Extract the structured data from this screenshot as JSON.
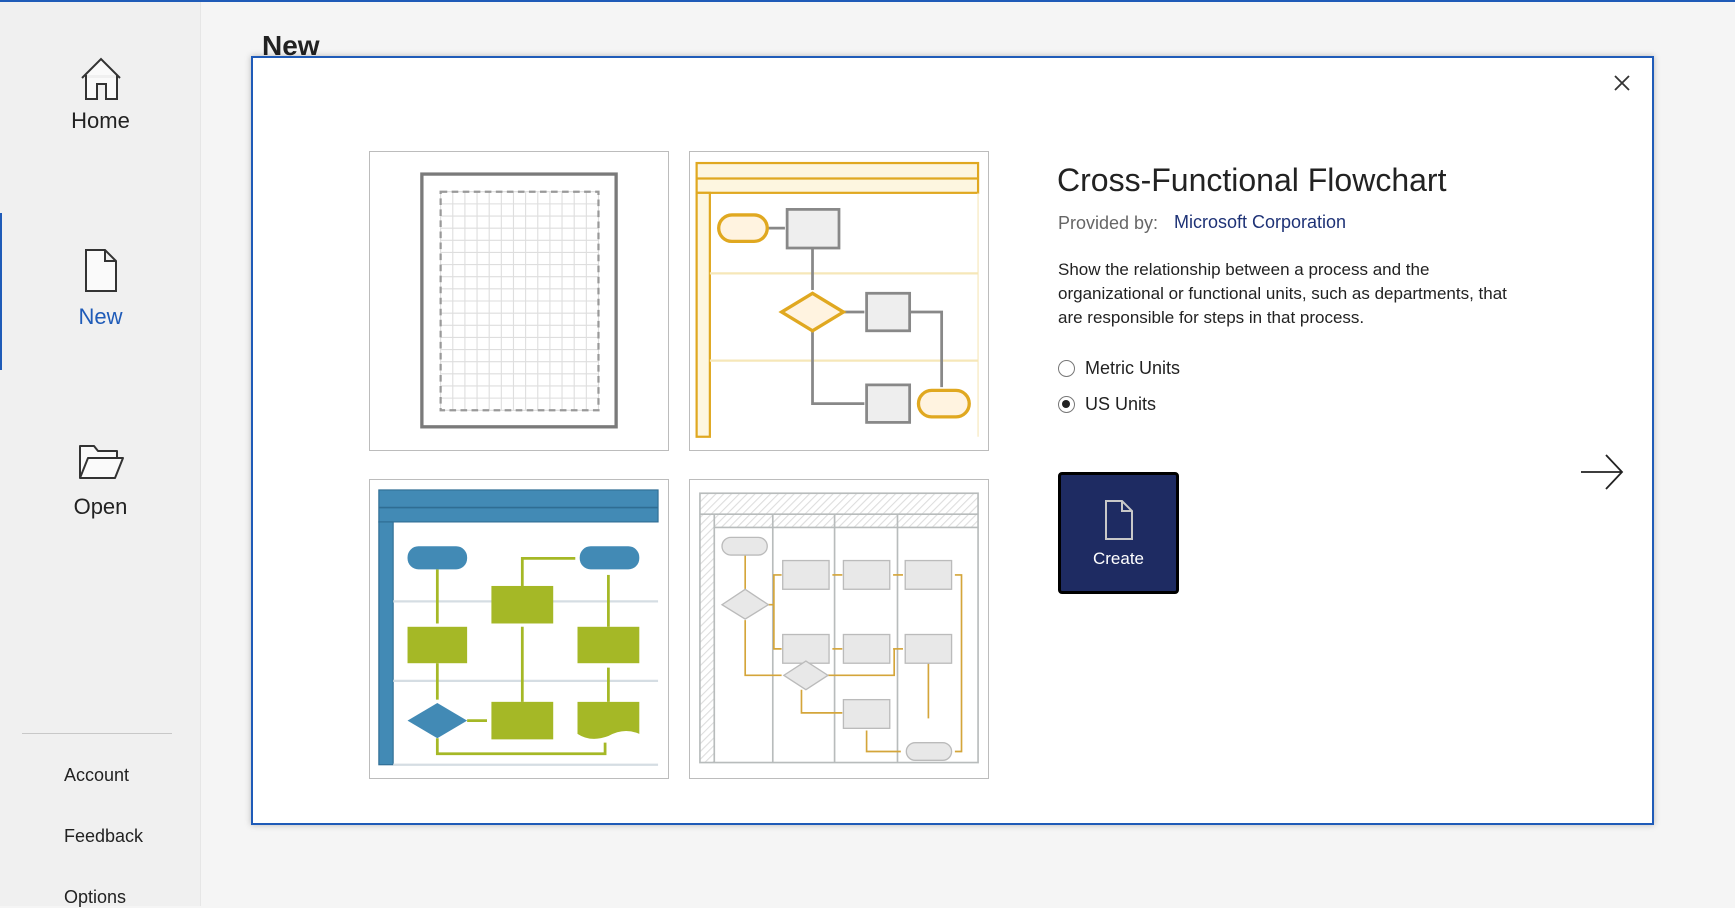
{
  "sidebar": {
    "items": [
      {
        "label": "Home",
        "icon": "home-icon"
      },
      {
        "label": "New",
        "icon": "new-document-icon",
        "selected": true
      },
      {
        "label": "Open",
        "icon": "folder-open-icon"
      }
    ],
    "footer": [
      "Account",
      "Feedback",
      "Options"
    ]
  },
  "page": {
    "title": "New"
  },
  "dialog": {
    "template_title": "Cross-Functional Flowchart",
    "provided_by_label": "Provided by:",
    "provider": "Microsoft Corporation",
    "description": "Show the relationship between a process and the organizational or functional units, such as departments, that are responsible for steps in that process.",
    "units": [
      {
        "label": "Metric Units",
        "checked": false
      },
      {
        "label": "US Units",
        "checked": true
      }
    ],
    "create_label": "Create"
  },
  "colors": {
    "accent": "#1f5bb8",
    "create_bg": "#1e2b62",
    "link": "#1e3276"
  }
}
